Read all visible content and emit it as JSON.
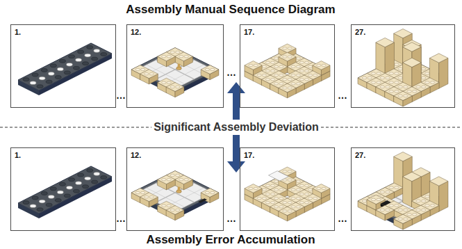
{
  "diagram": {
    "title": "Assembly Manual Sequence Diagram",
    "caption": "Assembly Error Accumulation",
    "nodes": [
      {
        "text": [
          "1."
        ]
      },
      {
        "text": [
          "12."
        ]
      },
      {
        "text": [
          "17."
        ]
      },
      {
        "text": [
          "27."
        ]
      },
      {
        "text": [
          "1."
        ]
      },
      {
        "text": [
          "12."
        ]
      },
      {
        "text": [
          "17."
        ]
      },
      {
        "text": [
          "27."
        ]
      }
    ],
    "labels": [
      "…",
      "…",
      "…",
      "Significant Assembly Deviation",
      "…",
      "…",
      "…"
    ]
  }
}
